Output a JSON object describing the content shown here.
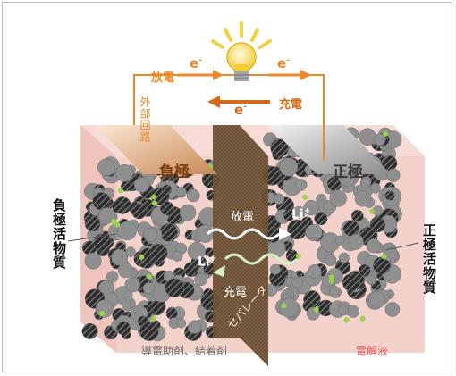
{
  "diagram": {
    "labels": {
      "discharge_top": "放電",
      "charge_top": "充電",
      "electron": "e",
      "electron_sup": "-",
      "external_circuit": "外部回路",
      "negative_electrode": "負極",
      "positive_electrode": "正極",
      "negative_active_material": "負極活物質",
      "positive_active_material": "正極活物質",
      "discharge_mid": "放電",
      "charge_mid": "充電",
      "li_ion": "Li",
      "li_sup": "+",
      "separator": "セパレータ",
      "conductive_binder": "導電助剤、結着剤",
      "electrolyte": "電解液"
    },
    "colors": {
      "orange": "#e8892b",
      "dark_orange": "#d46a1a",
      "pink_box": "#f1c9c3",
      "separator_brown": "#7a5c3c",
      "particle_gray": "#8f8f8f",
      "green_dot": "#9ad24d",
      "bulb_yellow": "#f7d83a",
      "frame_border": "#b9b7d8"
    },
    "icons": [
      "light-bulb-icon"
    ]
  }
}
